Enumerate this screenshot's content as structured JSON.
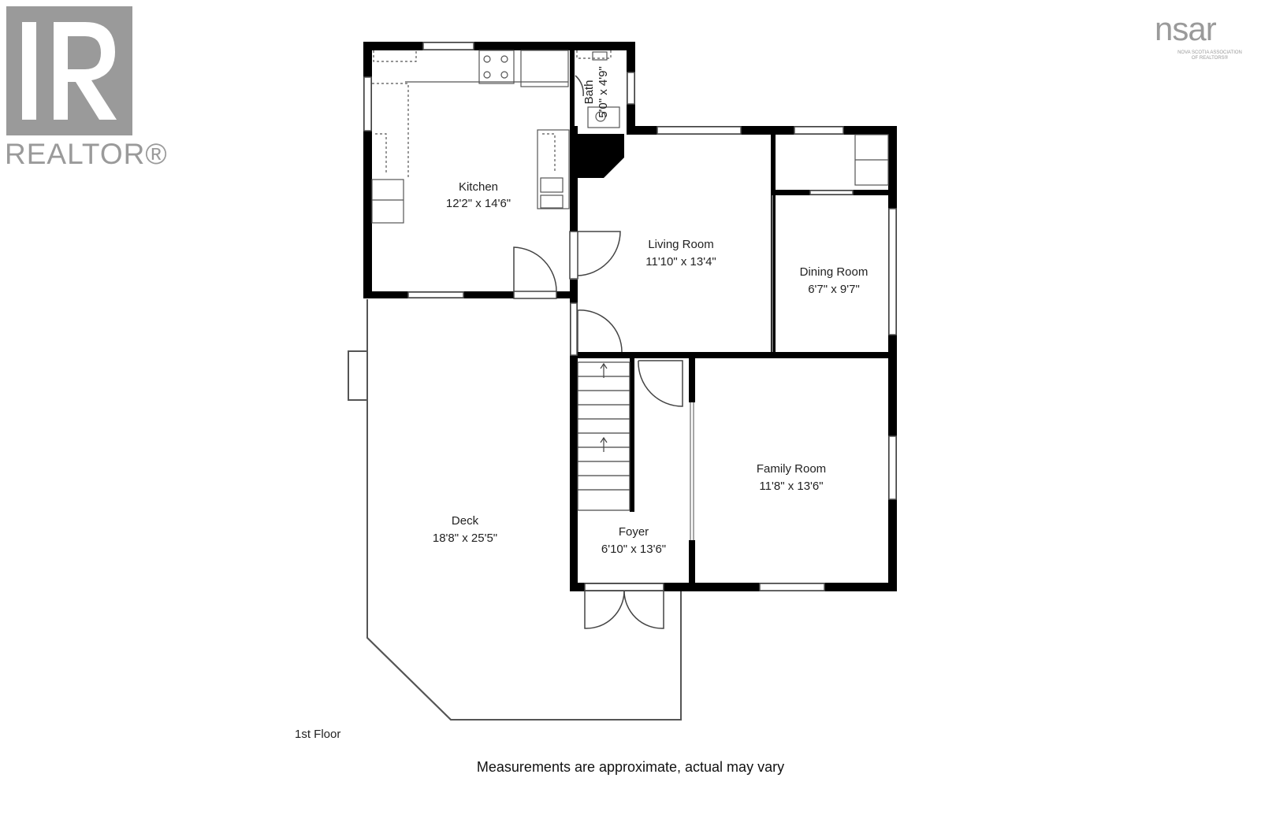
{
  "brand": {
    "realtor_text": "REALTOR®",
    "nsar_text": "nsar",
    "nsar_sub1": "NOVA SCOTIA ASSOCIATION",
    "nsar_sub2": "OF REALTORS®",
    "logo_color": "#9a9a9a"
  },
  "rooms": {
    "kitchen": {
      "name": "Kitchen",
      "dims": "12'2\" x 14'6\""
    },
    "bath": {
      "name": "Bath",
      "dims": "5'0\" x 4'9\""
    },
    "living": {
      "name": "Living Room",
      "dims": "11'10\" x 13'4\""
    },
    "dining": {
      "name": "Dining Room",
      "dims": "6'7\" x 9'7\""
    },
    "family": {
      "name": "Family Room",
      "dims": "11'8\" x 13'6\""
    },
    "foyer": {
      "name": "Foyer",
      "dims": "6'10\" x 13'6\""
    },
    "deck": {
      "name": "Deck",
      "dims": "18'8\" x 25'5\""
    }
  },
  "floor_label": "1st Floor",
  "disclaimer": "Measurements are approximate, actual may vary",
  "colors": {
    "wall": "#000000",
    "thin": "#555555",
    "background": "#ffffff"
  }
}
